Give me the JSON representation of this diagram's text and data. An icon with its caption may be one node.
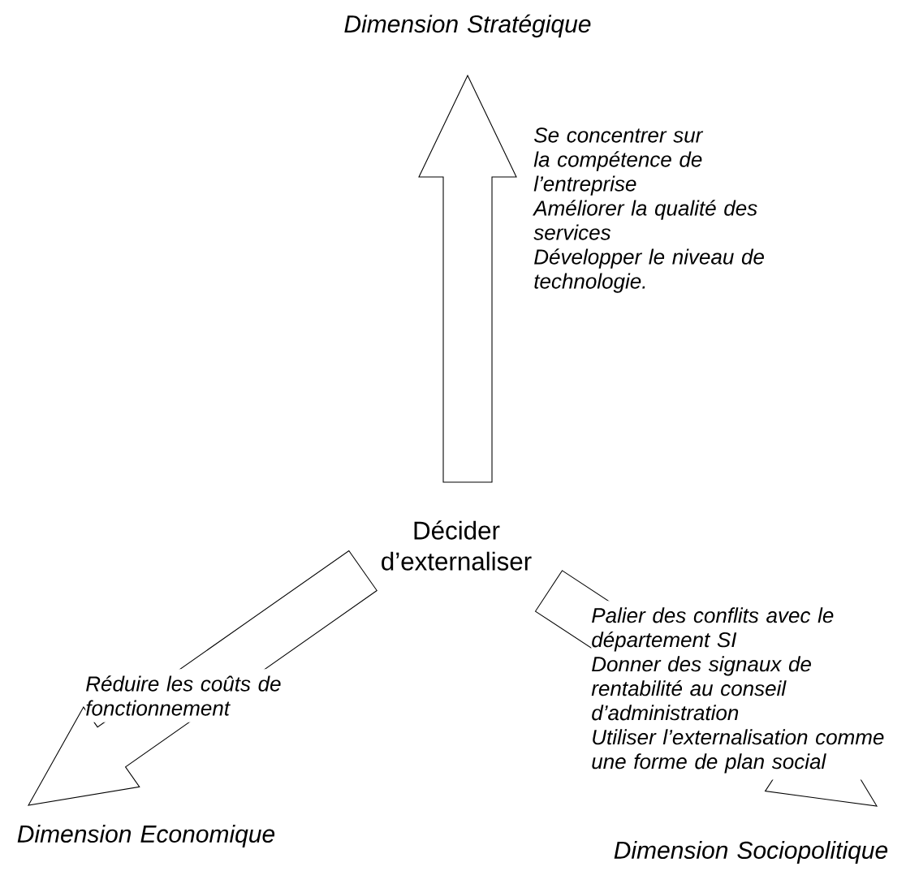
{
  "diagram": {
    "nodes": [
      {
        "text": [
          "Décider d’externaliser"
        ]
      },
      {
        "text": [
          "Dimension Stratégique"
        ]
      },
      {
        "text": [
          "Dimension Economique"
        ]
      },
      {
        "text": [
          "Dimension Sociopolitique"
        ]
      }
    ],
    "edges": [
      {
        "from": 0,
        "to": 1,
        "arrow": "to"
      },
      {
        "from": 0,
        "to": 2,
        "arrow": "to"
      },
      {
        "from": 0,
        "to": 3,
        "arrow": "to"
      }
    ],
    "labels": [
      "Se concentrer sur la compétence de l’entreprise",
      "Améliorer la qualité des services",
      "Développer le niveau de technologie.",
      "Réduire les coûts de fonctionnement",
      "Palier des conflits avec le département SI",
      "Donner des signaux de rentabilité au conseil d’administration",
      "Utiliser l’externalisation comme une forme de plan social"
    ]
  }
}
